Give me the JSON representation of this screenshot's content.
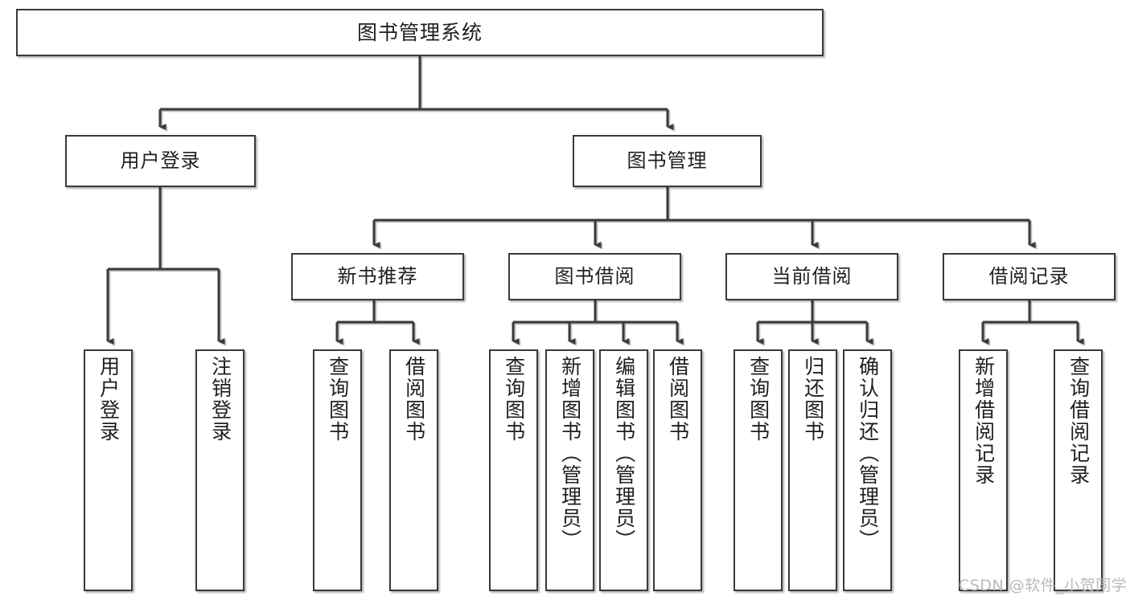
{
  "diagram": {
    "type": "tree",
    "title": "图书管理系统",
    "root": {
      "label": "图书管理系统"
    },
    "level2": [
      {
        "label": "用户登录"
      },
      {
        "label": "图书管理"
      }
    ],
    "level3": [
      {
        "label": "新书推荐"
      },
      {
        "label": "图书借阅"
      },
      {
        "label": "当前借阅"
      },
      {
        "label": "借阅记录"
      }
    ],
    "leaves": {
      "user_login": [
        {
          "label": "用户登录"
        },
        {
          "label": "注销登录"
        }
      ],
      "new_book_recommend": [
        {
          "label": "查询图书"
        },
        {
          "label": "借阅图书"
        }
      ],
      "book_borrow": [
        {
          "label": "查询图书"
        },
        {
          "label": "新增图书（管理员）"
        },
        {
          "label": "编辑图书（管理员）"
        },
        {
          "label": "借阅图书"
        }
      ],
      "current_borrow": [
        {
          "label": "查询图书"
        },
        {
          "label": "归还图书"
        },
        {
          "label": "确认归还（管理员）"
        }
      ],
      "borrow_record": [
        {
          "label": "新增借阅记录"
        },
        {
          "label": "查询借阅记录"
        }
      ]
    }
  },
  "watermark": {
    "text": "CSDN @软件_小贺同学"
  },
  "colors": {
    "stroke": "#3a3a3a",
    "box_fill": "#ffffff",
    "text": "#1f1f1f",
    "watermark": "#b9b9b9"
  }
}
